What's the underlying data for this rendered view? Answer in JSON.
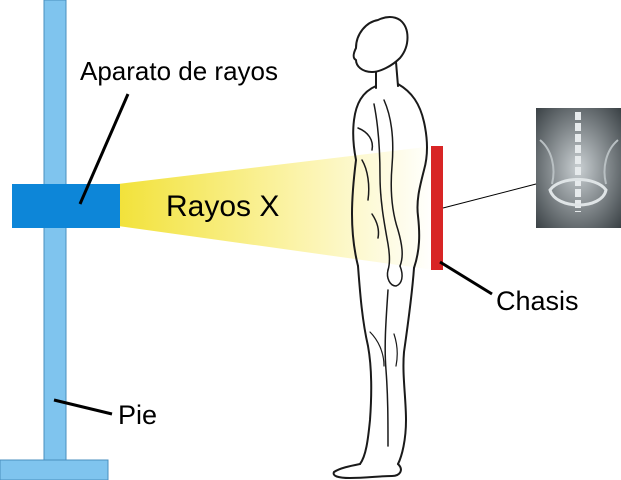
{
  "labels": {
    "aparato": "Aparato de rayos",
    "rayos": "Rayos X",
    "chasis": "Chasis",
    "pie": "Pie"
  },
  "colors": {
    "stand": "#7fc4ee",
    "stand_stroke": "#4a8fbf",
    "xray_unit": "#0d86d8",
    "beam_start": "#f2e23a",
    "beam_end": "#ffffff",
    "chasis": "#d82525",
    "body_outline": "#1a1a1a",
    "radiograph_bg": "#9aa3a8"
  }
}
